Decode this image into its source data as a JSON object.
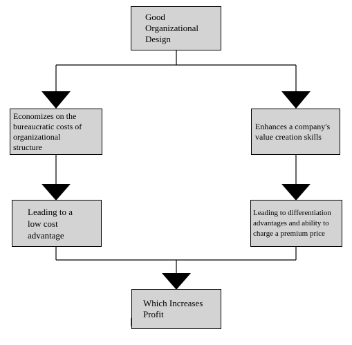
{
  "diagram": {
    "nodes": {
      "top": "Good\nOrganizational\nDesign",
      "left_1": "Economizes on the\nbureaucratic costs of\norganizational\nstructure",
      "right_1": "Enhances a company's\nvalue creation skills",
      "left_2": "Leading to a\nlow cost\nadvantage",
      "right_2": "Leading to  differentiation\nadvantages and ability to\ncharge a premium price",
      "bottom": "Which Increases\nProfit"
    },
    "colors": {
      "box_fill": "#d3d3d3",
      "line": "#000000"
    }
  }
}
